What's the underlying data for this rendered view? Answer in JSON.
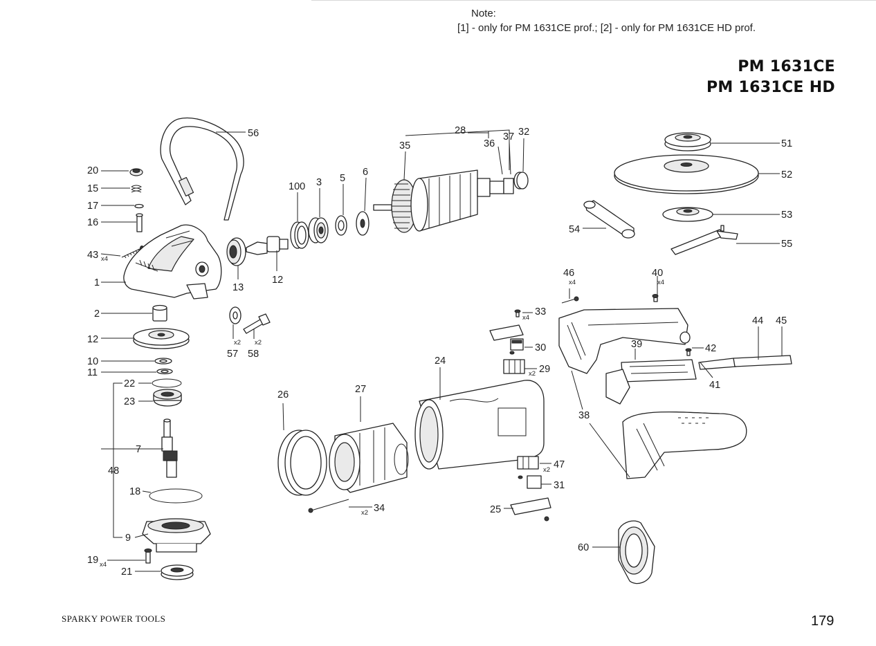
{
  "header": {
    "note_title": "Note:",
    "note_text": "[1] - only for PM 1631CE prof.; [2] - only for PM 1631CE HD prof.",
    "model_1": "PM 1631CE",
    "model_2": "PM 1631CE HD"
  },
  "parts": {
    "p1": "1",
    "p2": "2",
    "p3": "3",
    "p5": "5",
    "p6": "6",
    "p7": "7",
    "p9": "9",
    "p10": "10",
    "p11": "11",
    "p12a": "12",
    "p12b": "12",
    "p13": "13",
    "p15": "15",
    "p16": "16",
    "p17": "17",
    "p18": "18",
    "p19": "19",
    "p20": "20",
    "p21": "21",
    "p22": "22",
    "p23": "23",
    "p24": "24",
    "p25": "25",
    "p26": "26",
    "p27": "27",
    "p28": "28",
    "p29": "29",
    "p30": "30",
    "p31": "31",
    "p32": "32",
    "p33": "33",
    "p34": "34",
    "p35": "35",
    "p36": "36",
    "p37": "37",
    "p38": "38",
    "p39": "39",
    "p40": "40",
    "p41": "41",
    "p42": "42",
    "p43": "43",
    "p44": "44",
    "p45": "45",
    "p46": "46",
    "p47": "47",
    "p48": "48",
    "p51": "51",
    "p52": "52",
    "p53": "53",
    "p54": "54",
    "p55": "55",
    "p56": "56",
    "p57": "57",
    "p58": "58",
    "p60": "60",
    "p100": "100"
  },
  "quantities": {
    "q43": "x4",
    "q19": "x4",
    "q57": "x2",
    "q58": "x2",
    "q34": "x2",
    "q33": "x4",
    "q29": "x2",
    "q47": "x2",
    "q46": "x4",
    "q40": "x4"
  },
  "footer": {
    "brand": "SPARKY POWER TOOLS",
    "page_number": "179"
  }
}
